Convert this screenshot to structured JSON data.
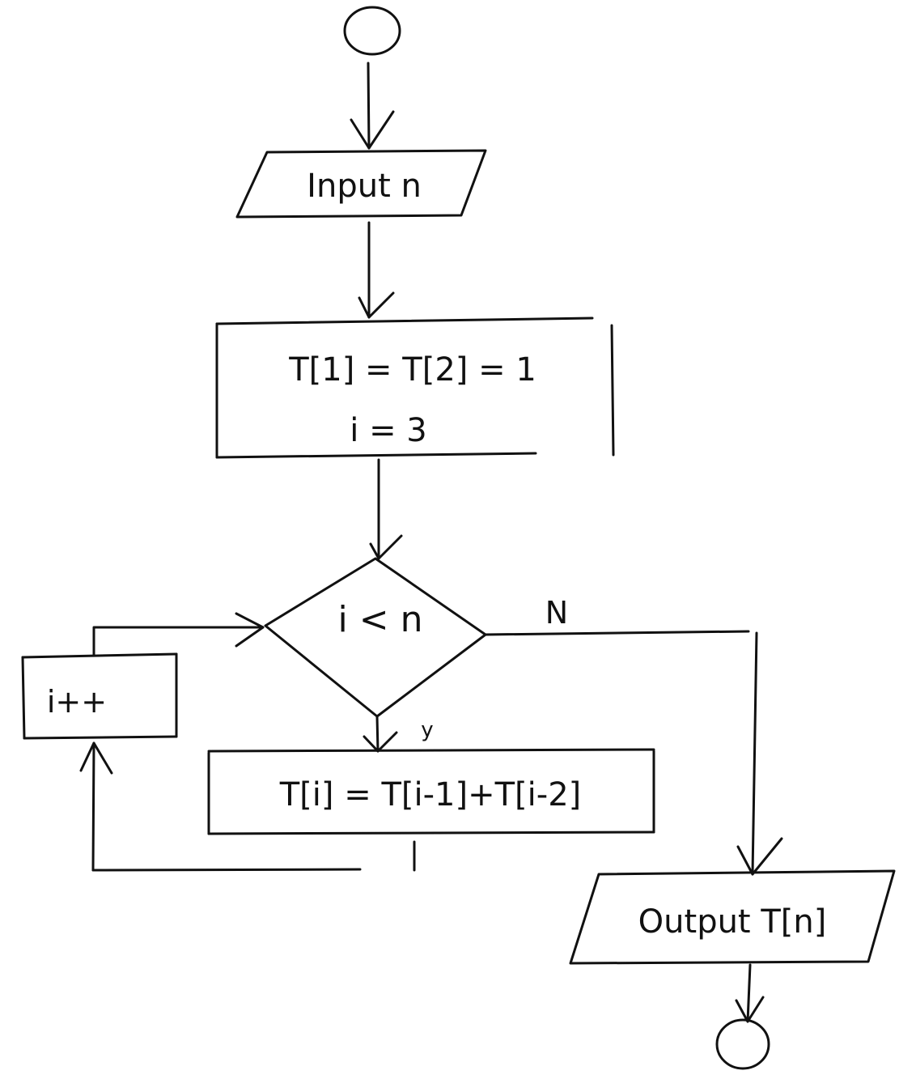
{
  "diagram": {
    "style": "hand-drawn flowchart",
    "ink_color": "#111111",
    "background_color": "#ffffff",
    "nodes": {
      "start": {
        "shape": "circle",
        "text": ""
      },
      "input": {
        "shape": "parallelogram",
        "text": "Input n"
      },
      "init": {
        "shape": "rectangle",
        "line1": "T[1] = T[2] = 1",
        "line2": "i = 3"
      },
      "condition": {
        "shape": "diamond",
        "text": "i < n"
      },
      "compute": {
        "shape": "rectangle",
        "text": "T[i] = T[i-1]+T[i-2]"
      },
      "increment": {
        "shape": "rectangle",
        "text": "i++"
      },
      "output": {
        "shape": "parallelogram",
        "text": "Output T[n]"
      },
      "end": {
        "shape": "circle",
        "text": ""
      }
    },
    "edge_labels": {
      "no": "N",
      "yes": "y"
    }
  }
}
